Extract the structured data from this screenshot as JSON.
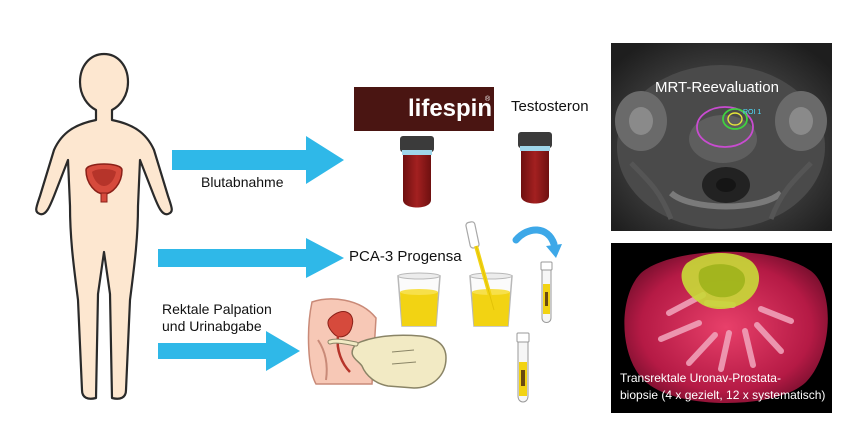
{
  "labels": {
    "blood_draw": "Blutabnahme",
    "testosterone": "Testosteron",
    "pca3": "PCA-3 Progensa",
    "palpation_line1": "Rektale Palpation",
    "palpation_line2": "und Urinabgabe"
  },
  "logo": {
    "text": "lifespin",
    "registered_mark": "®"
  },
  "panels": {
    "mrt_title": "MRT-Reevaluation",
    "mrt_roi_tag": "ROI 1",
    "biopsy_line1": "Transrektale Uronav-Prostata-",
    "biopsy_line2": "biopsie (4 x gezielt, 12 x systematisch)"
  },
  "colors": {
    "arrow": "#2fb8e8",
    "body_fill": "#fde7d0",
    "bladder": "#d64a3c",
    "blood": "#8b1a1a",
    "tube_cap": "#3b3b3b",
    "urine": "#f2d313",
    "logo_bg": "#4a1512",
    "biopsy_organ": "#c4204c",
    "tumor": "#c8d838"
  }
}
